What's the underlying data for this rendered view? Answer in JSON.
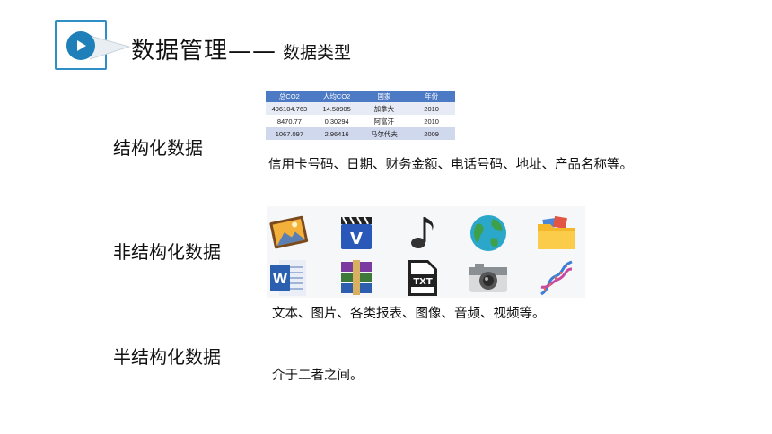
{
  "header": {
    "title_main": "数据管理——",
    "title_sub": "数据类型",
    "colors": {
      "accent": "#2f8fc4",
      "play": "#1f7fb8"
    }
  },
  "sections": {
    "structured": {
      "label": "结构化数据",
      "table": {
        "headers": [
          "总CO2",
          "人均CO2",
          "国家",
          "年份"
        ],
        "rows": [
          [
            "496104.763",
            "14.58905",
            "加拿大",
            "2010"
          ],
          [
            "8470.77",
            "0.30294",
            "阿富汗",
            "2010"
          ],
          [
            "1067.097",
            "2.96416",
            "马尔代夫",
            "2009"
          ]
        ]
      },
      "description": "信用卡号码、日期、财务金额、电话号码、地址、产品名称等。"
    },
    "unstructured": {
      "label": "非结构化数据",
      "icons": [
        "photo-icon",
        "video-icon",
        "music-note-icon",
        "globe-icon",
        "folder-icon",
        "word-document-icon",
        "archive-icon",
        "txt-file-icon",
        "camera-icon",
        "dna-icon"
      ],
      "description": "文本、图片、各类报表、图像、音频、视频等。"
    },
    "semi_structured": {
      "label": "半结构化数据",
      "description": "介于二者之间。"
    }
  }
}
